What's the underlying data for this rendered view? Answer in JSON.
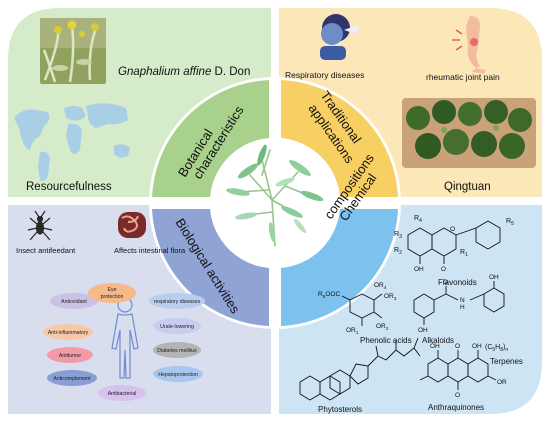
{
  "quadrants": {
    "botanical": {
      "label_line1": "Botanical",
      "label_line2": "characteristics",
      "color": "#d6ebc9",
      "arc_color": "#a9d18e"
    },
    "traditional": {
      "label_line1": "Traditional",
      "label_line2": "applications",
      "color": "#fbe7b8",
      "arc_color": "#f7cf62"
    },
    "biological": {
      "label": "Biological activities",
      "color": "#d9deef",
      "arc_color": "#8fa3d4"
    },
    "chemical": {
      "label_line1": "Chemical",
      "label_line2": "compositions",
      "color": "#cde4f5",
      "arc_color": "#7dc2ee"
    }
  },
  "top_left": {
    "species_italic": "Gnaphalium affine",
    "species_author": "D. Don",
    "resourcefulness": "Resourcefulness"
  },
  "top_right": {
    "respiratory": "Respiratory diseases",
    "rheumatic": "rheumatic joint pain",
    "qingtuan": "Qingtuan"
  },
  "bottom_left": {
    "insect": "Insect antifeedant",
    "intestinal": "Affects intestinal flora",
    "pills": [
      {
        "label": "Antioxidant",
        "color": "#c9c2e6"
      },
      {
        "label_line1": "Eye",
        "label_line2": "protection",
        "color": "#f6b98a"
      },
      {
        "label": "respiratory diseases",
        "color": "#b9cdee"
      },
      {
        "label": "Anti-inflammatory",
        "color": "#f6c9a6"
      },
      {
        "label": "Urate-lowering",
        "color": "#c8cfee"
      },
      {
        "label": "Antitumor",
        "color": "#f29aa6"
      },
      {
        "label": "Diabetes mellitus",
        "color": "#b4b4b4"
      },
      {
        "label": "Anticomplement",
        "color": "#8a9ed6"
      },
      {
        "label": "Hepatoprotection",
        "color": "#a9c6ef"
      },
      {
        "label": "Antibacterial",
        "color": "#d7c2ee"
      }
    ]
  },
  "bottom_right": {
    "r5": "R",
    "r5sub": "5",
    "r3": "R",
    "r3sub": "3",
    "r4": "R",
    "r4sub": "4",
    "r2": "R",
    "r2sub": "2",
    "r1": "R",
    "r1sub": "1",
    "oh_flav": "OH",
    "o_flav": "O",
    "o_ring": "O",
    "flavonoids": "Flavonoids",
    "phenolic_prefix": "R",
    "phenolic_sub": "5",
    "phenolic_rest": "OOC",
    "or4": "OR",
    "or4sub": "4",
    "or3": "OR",
    "or3sub": "3",
    "or1": "OR",
    "or1sub": "1",
    "or2": "OR",
    "or2sub": "2",
    "phenolic_acids": "Phenolic acids",
    "alk_oh": "OH",
    "alk_oh2": "OH",
    "alk_nh": "N",
    "alk_h": "H",
    "alk_o": "O",
    "alkaloids": "Alkaloids",
    "terp_formula_a": "(C",
    "terp_5": "5",
    "terp_h": "H",
    "terp_8": "8",
    "terp_paren": ")",
    "terp_n": "n",
    "terpenes": "Terpenes",
    "phytosterols": "Phytosterols",
    "aq_oh1": "OH",
    "aq_o1": "O",
    "aq_oh2": "OH",
    "aq_o2": "O",
    "aq_or": "OR",
    "anthraquinones": "Anthraquinones"
  }
}
